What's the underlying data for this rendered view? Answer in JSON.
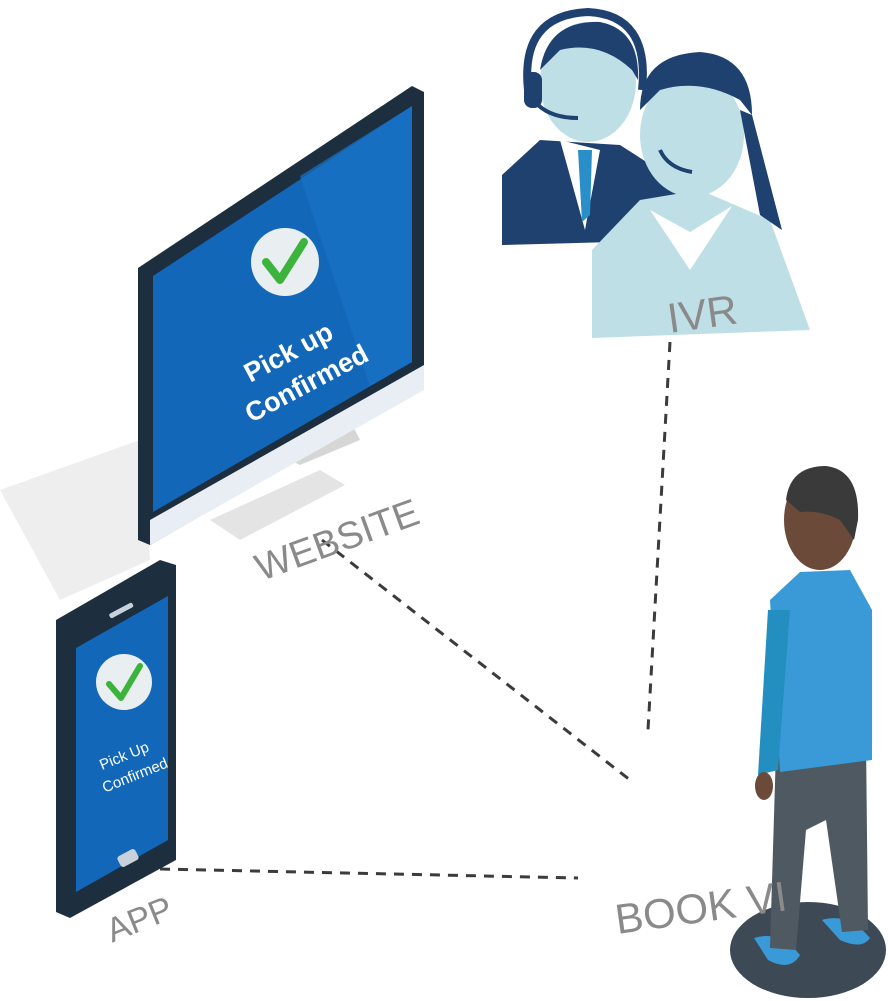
{
  "labels": {
    "ivr": "IVR",
    "website": "WEBSITE",
    "app": "APP",
    "book_via": "BOOK VI"
  },
  "monitor_screen": {
    "line1": "Pick up",
    "line2": "Confirmed"
  },
  "phone_screen": {
    "line1": "Pick Up",
    "line2": "Confirmed"
  },
  "icons": [
    "checkmark-icon",
    "monitor-icon",
    "smartphone-icon",
    "call-center-agents-icon",
    "person-icon"
  ],
  "colors": {
    "screen_blue": "#1267b9",
    "device_dark": "#1d2e3f",
    "agent_navy": "#1f4170",
    "agent_light": "#bfdfe6",
    "person_shirt": "#3a9ad8",
    "label_gray": "#8a8a8a",
    "check_green": "#3cb43c"
  }
}
